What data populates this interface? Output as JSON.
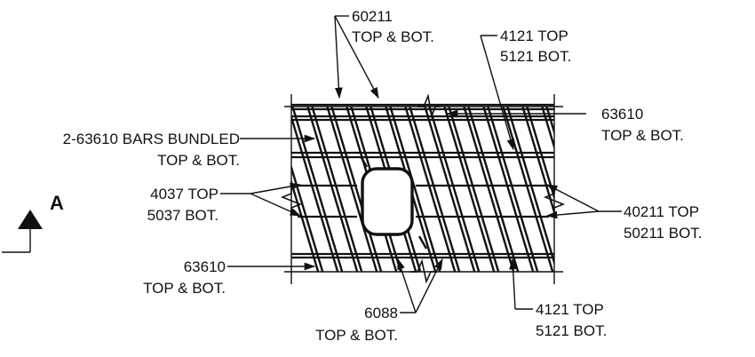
{
  "section_marker": {
    "letter": "A"
  },
  "callouts": {
    "c60211": {
      "line1": "60211",
      "line2": "TOP & BOT."
    },
    "c4121_top": {
      "line1": "4121 TOP",
      "line2": "5121 BOT."
    },
    "c2bundled": {
      "line1": "2-63610 BARS BUNDLED",
      "line2": "TOP & BOT."
    },
    "c63610_r": {
      "line1": "63610",
      "line2": "TOP & BOT."
    },
    "c4037": {
      "line1": "4037 TOP",
      "line2": "5037 BOT."
    },
    "c40211": {
      "line1": "40211 TOP",
      "line2": "50211 BOT."
    },
    "c63610_l": {
      "line1": "63610",
      "line2": "TOP & BOT."
    },
    "c6088": {
      "line1": "6088",
      "line2": "TOP & BOT."
    },
    "c4121_bot": {
      "line1": "4121 TOP",
      "line2": "5121 BOT."
    }
  },
  "colors": {
    "ink": "#111111",
    "background": "#ffffff"
  }
}
